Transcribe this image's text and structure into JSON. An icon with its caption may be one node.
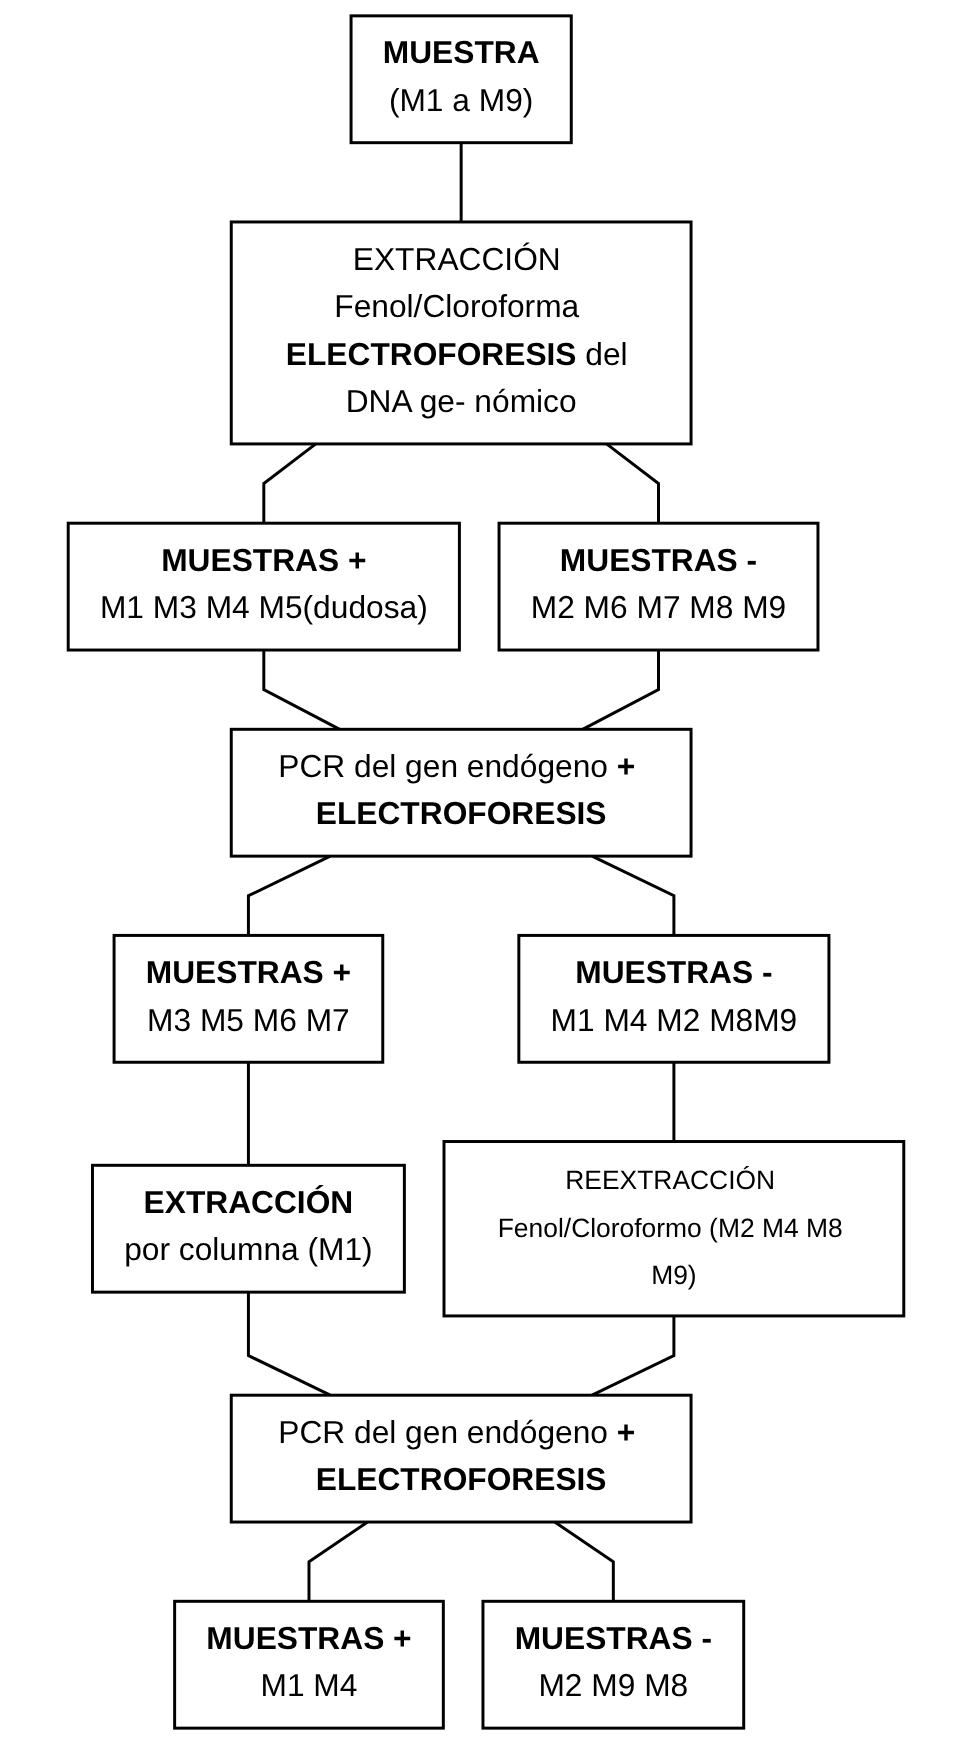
{
  "diagram": {
    "nodes": [
      {
        "text": [
          "MUESTRA",
          "(M1 a M9)"
        ]
      },
      {
        "text": [
          "EXTRACCIÓN Fenol/Cloroforma **ELECTROFORESIS** del DNA ge- nómico"
        ]
      },
      {
        "text": [
          "MUESTRAS +",
          "M1 M3 M4 M5(dudosa)"
        ]
      },
      {
        "text": [
          "MUESTRAS -",
          "M2 M6 M7 M8 M9"
        ]
      },
      {
        "text": [
          "PCR del gen endógeno **+ ELECTROFORESIS**"
        ]
      },
      {
        "text": [
          "MUESTRAS +",
          "M3 M5 M6 M7"
        ]
      },
      {
        "text": [
          "MUESTRAS -",
          "M1 M4 M2 M8M9"
        ]
      },
      {
        "text": [
          "EXTRACCIÓN",
          "por columna (M1)"
        ]
      },
      {
        "text": [
          "REEXTRACCIÓN Fenol/Cloroformo (M2 M4 M8 M9)"
        ]
      },
      {
        "text": [
          "PCR del gen endógeno **+ ELECTROFORESIS**"
        ]
      },
      {
        "text": [
          "MUESTRAS +",
          "M1 M4"
        ]
      },
      {
        "text": [
          "MUESTRAS -",
          "M2 M9 M8"
        ]
      }
    ],
    "edges": [
      {
        "from": 0,
        "to": 1,
        "arrow": "none"
      },
      {
        "from": 1,
        "to": 2,
        "arrow": "none"
      },
      {
        "from": 1,
        "to": 3,
        "arrow": "none"
      },
      {
        "from": 2,
        "to": 4,
        "arrow": "none"
      },
      {
        "from": 3,
        "to": 4,
        "arrow": "none"
      },
      {
        "from": 4,
        "to": 5,
        "arrow": "none"
      },
      {
        "from": 4,
        "to": 6,
        "arrow": "none"
      },
      {
        "from": 5,
        "to": 7,
        "arrow": "none"
      },
      {
        "from": 6,
        "to": 8,
        "arrow": "none"
      },
      {
        "from": 7,
        "to": 9,
        "arrow": "none"
      },
      {
        "from": 8,
        "to": 9,
        "arrow": "none"
      },
      {
        "from": 9,
        "to": 10,
        "arrow": "none"
      },
      {
        "from": 9,
        "to": 11,
        "arrow": "none"
      }
    ]
  }
}
